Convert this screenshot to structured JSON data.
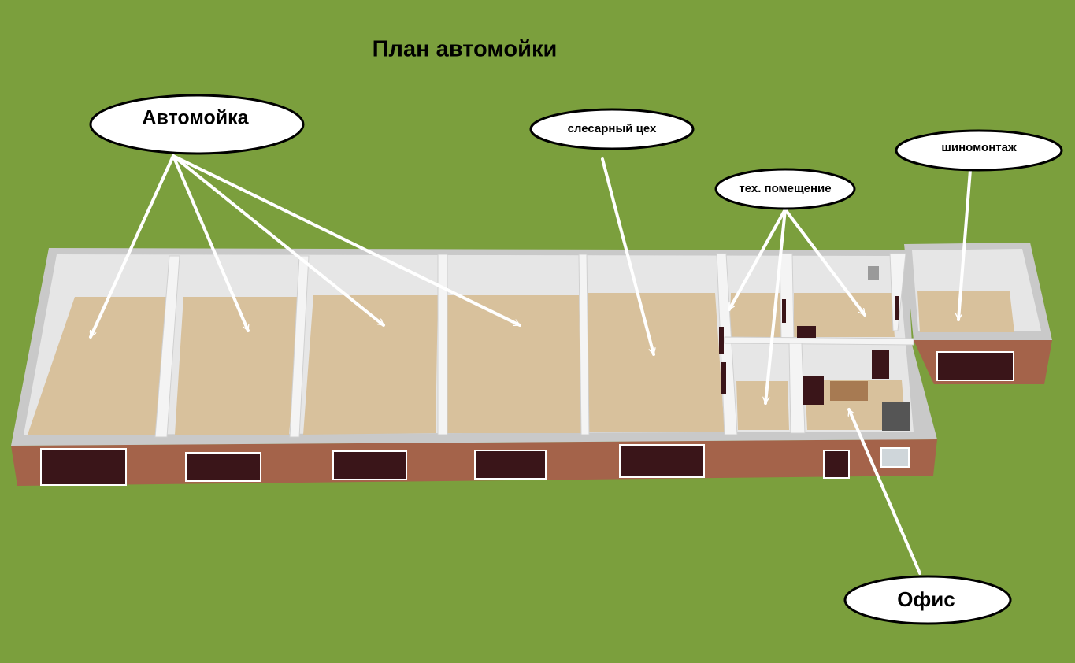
{
  "title": "План автомойки",
  "labels": {
    "car_wash": "Автомойка",
    "workshop": "слесарный цех",
    "tech_room": "тех. помещение",
    "tire_service": "шиномонтаж",
    "office": "Офис"
  },
  "colors": {
    "grass": "#7b9f3d",
    "floor": "#d8c19c",
    "wall": "#e6e6e6",
    "brick": "#a4634a",
    "door": "#3a1519"
  }
}
